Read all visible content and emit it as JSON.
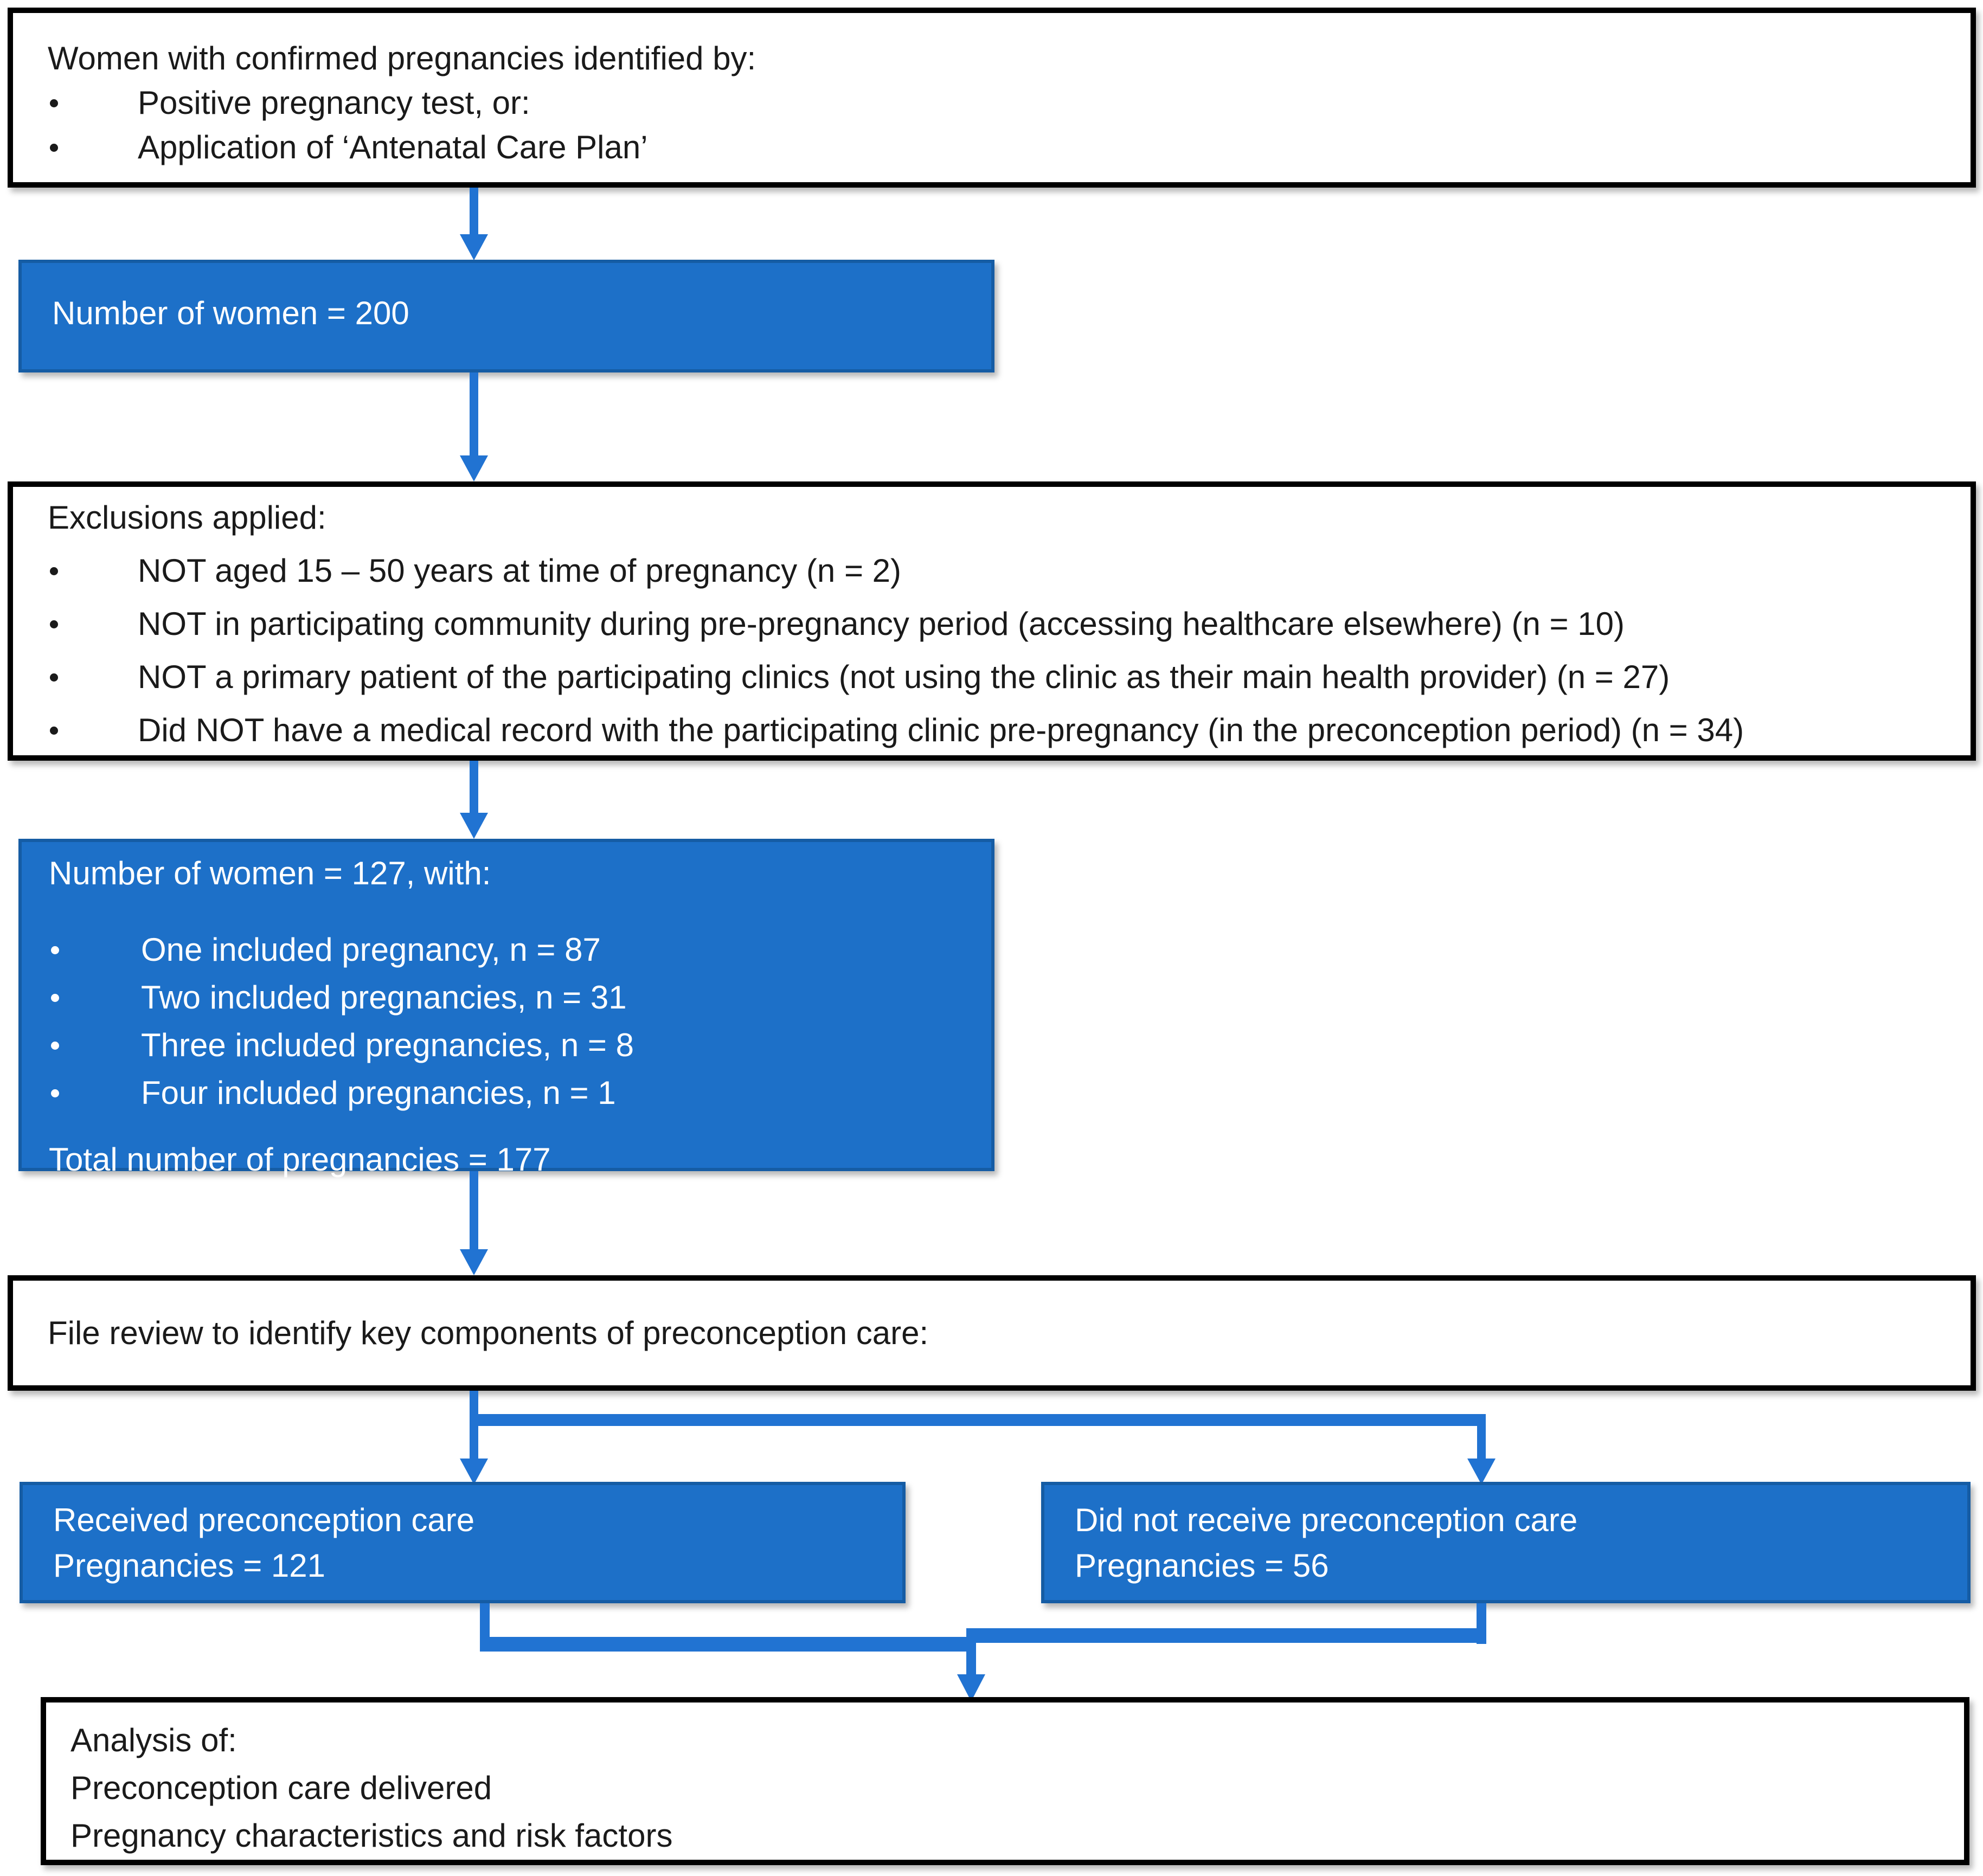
{
  "colors": {
    "box_blue": "#1d70c8",
    "box_blue_border": "#155ca4",
    "arrow_blue": "#2173d2",
    "box_border_black": "#000000",
    "text_dark": "#1a1a1a",
    "text_light": "#ffffff"
  },
  "boxes": {
    "identified": {
      "title": "Women with confirmed pregnancies identified by:",
      "bullets": [
        "Positive pregnancy test, or:",
        "Application of ‘Antenatal Care Plan’"
      ]
    },
    "women_200": {
      "text": "Number of women = 200"
    },
    "exclusions": {
      "title": "Exclusions applied:",
      "bullets": [
        "NOT aged 15 – 50 years at time of pregnancy (n = 2)",
        "NOT in participating community during pre-pregnancy period (accessing healthcare elsewhere) (n = 10)",
        "NOT a primary patient of the participating clinics (not using the clinic as their main health provider) (n = 27)",
        "Did NOT have a medical record with the participating clinic pre-pregnancy (in the preconception period) (n = 34)"
      ]
    },
    "women_127": {
      "title": "Number of women = 127, with:",
      "bullets": [
        "One included pregnancy, n = 87",
        "Two included pregnancies, n = 31",
        "Three included pregnancies, n = 8",
        "Four included pregnancies, n = 1"
      ],
      "total": "Total number of pregnancies = 177"
    },
    "file_review": {
      "text": "File review to identify key components of preconception care:"
    },
    "received": {
      "line1": "Received preconception care",
      "line2": "Pregnancies = 121"
    },
    "not_received": {
      "line1": "Did not receive preconception care",
      "line2": "Pregnancies = 56"
    },
    "analysis": {
      "lines": [
        "Analysis of:",
        "Preconception care delivered",
        "Pregnancy characteristics and risk factors"
      ]
    }
  }
}
